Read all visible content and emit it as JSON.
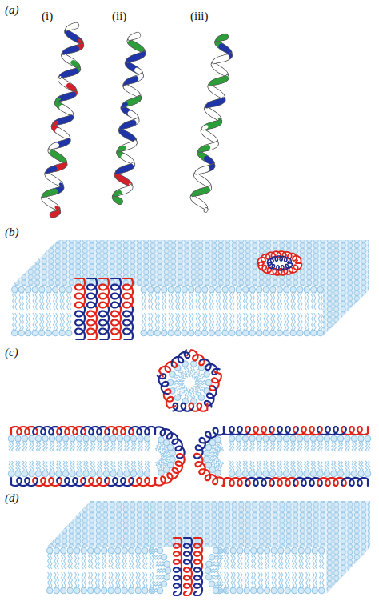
{
  "diagram": {
    "labels": [
      "(a)",
      "(i)",
      "(ii)",
      "(iii)",
      "(b)",
      "(c)",
      "(d)"
    ]
  }
}
